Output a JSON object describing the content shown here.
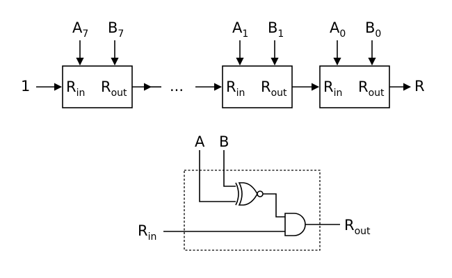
{
  "top": {
    "input_label": "1",
    "output_label": "R",
    "ellipsis": "...",
    "cells": [
      {
        "a": "A",
        "a_sub": "7",
        "b": "B",
        "b_sub": "7",
        "rin": "R",
        "rin_sub": "in",
        "rout": "R",
        "rout_sub": "out"
      },
      {
        "a": "A",
        "a_sub": "1",
        "b": "B",
        "b_sub": "1",
        "rin": "R",
        "rin_sub": "in",
        "rout": "R",
        "rout_sub": "out"
      },
      {
        "a": "A",
        "a_sub": "0",
        "b": "B",
        "b_sub": "0",
        "rin": "R",
        "rin_sub": "in",
        "rout": "R",
        "rout_sub": "out"
      }
    ]
  },
  "detail": {
    "a_label": "A",
    "b_label": "B",
    "rin_label": "R",
    "rin_sub": "in",
    "rout_label": "R",
    "rout_sub": "out",
    "gates": [
      "xnor-gate",
      "and-gate"
    ]
  }
}
